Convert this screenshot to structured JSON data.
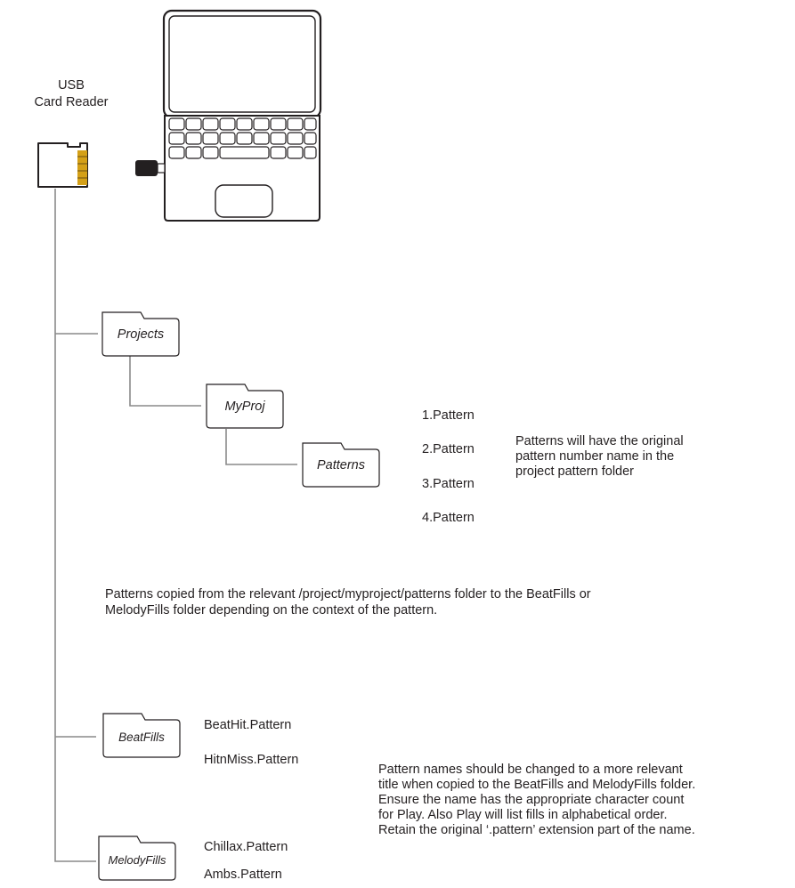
{
  "card_reader": {
    "label_line1": "USB",
    "label_line2": "Card Reader"
  },
  "folders": {
    "projects": "Projects",
    "myproj": "MyProj",
    "patterns": "Patterns",
    "beatfills": "BeatFills",
    "melodyfills": "MelodyFills"
  },
  "pattern_files": [
    "1.Pattern",
    "2.Pattern",
    "3.Pattern",
    "4.Pattern"
  ],
  "pattern_note": {
    "line1": "Patterns will have the original",
    "line2": "pattern number name in the",
    "line3": "project pattern folder"
  },
  "copy_note": {
    "line1": "Patterns copied from the relevant /project/myproject/patterns folder to the BeatFills or",
    "line2": "MelodyFills folder depending on the context of the pattern."
  },
  "beatfills_files": [
    "BeatHit.Pattern",
    "HitnMiss.Pattern"
  ],
  "melodyfills_files": [
    "Chillax.Pattern",
    "Ambs.Pattern"
  ],
  "rename_note": {
    "line1": "Pattern names should be changed to a more relevant",
    "line2": "title when copied to the BeatFills and MelodyFills folder.",
    "line3": "Ensure the name has the appropriate character count",
    "line4": "for Play. Also Play will list fills in alphabetical order.",
    "line5": "Retain the original ‘.pattern’ extension part of the name."
  },
  "colors": {
    "line": "#8a8a8a",
    "stroke": "#231f20",
    "chip_gold": "#d4a017",
    "chip_dark": "#6b4f12"
  }
}
